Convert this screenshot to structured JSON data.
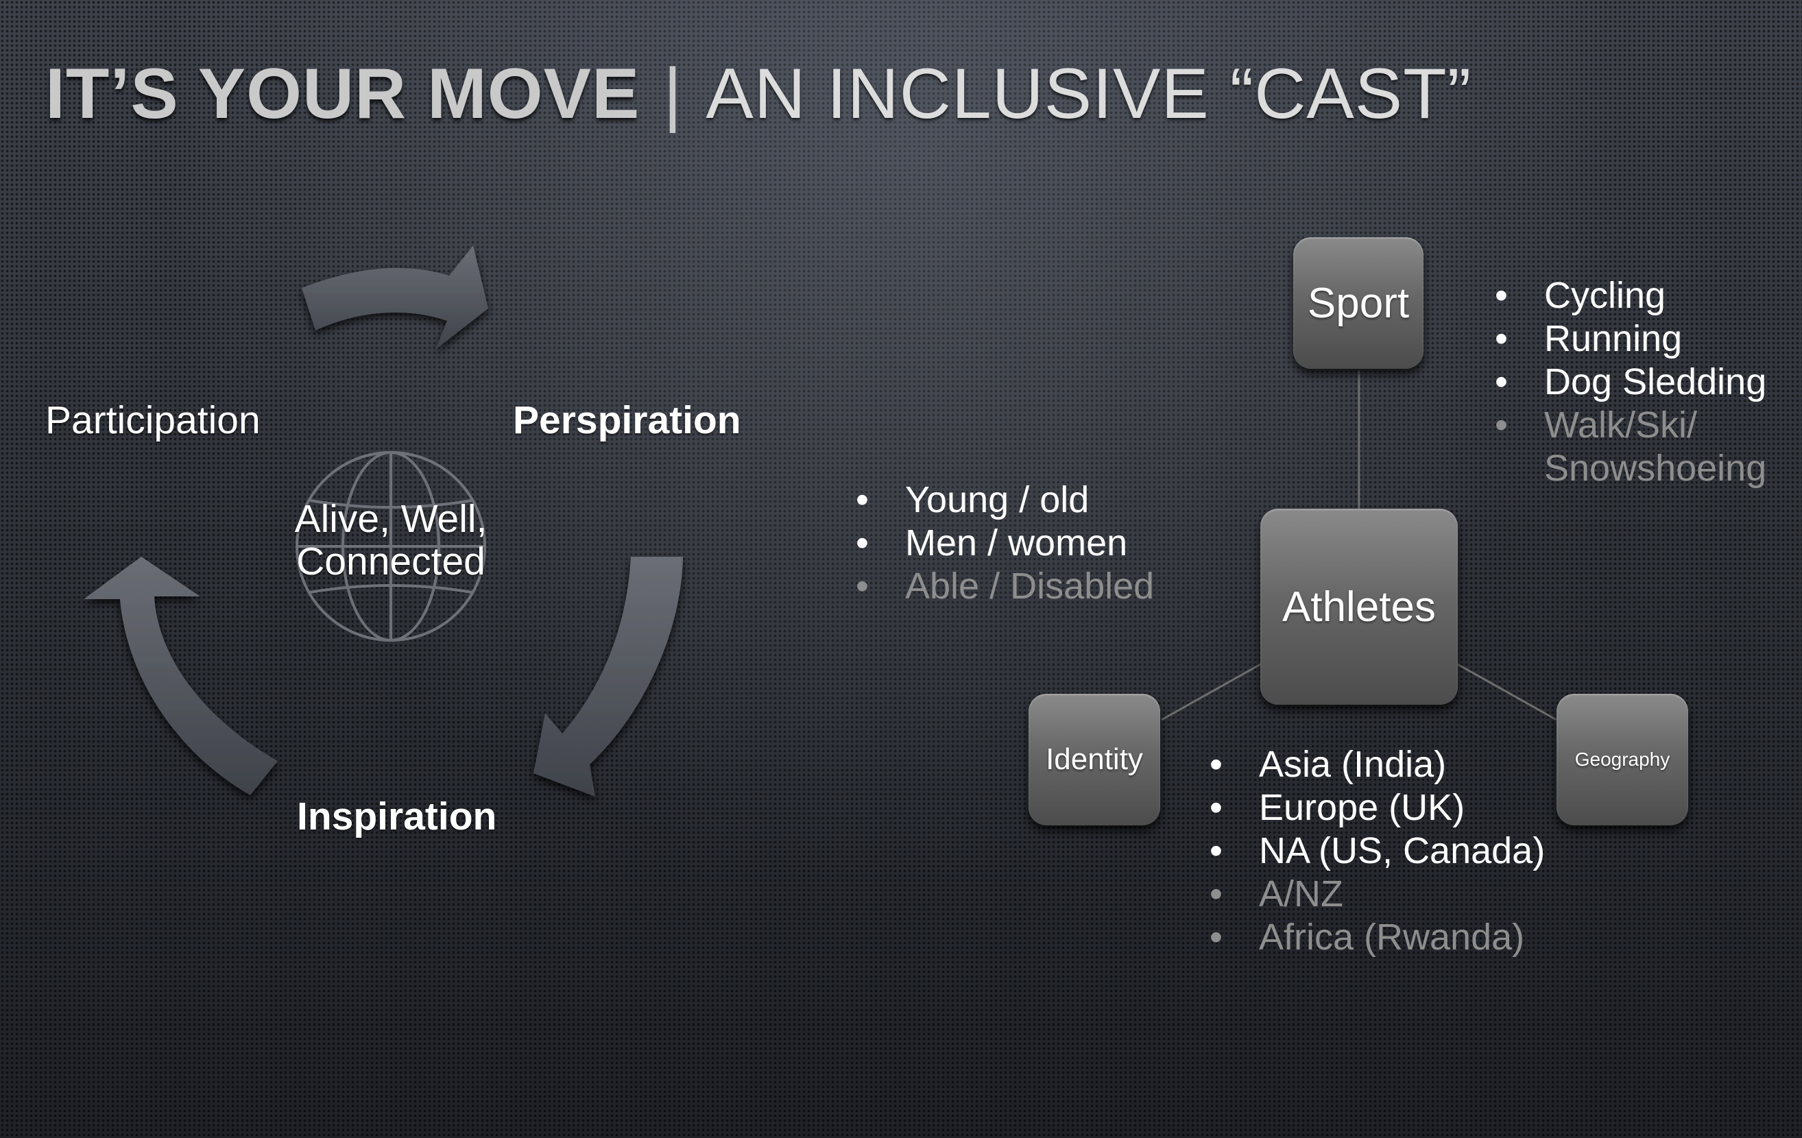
{
  "title": {
    "bold": "IT’S YOUR MOVE",
    "separator": "|",
    "rest": "AN INCLUSIVE “CAST”"
  },
  "cycle": {
    "participation": "Participation",
    "perspiration": "Perspiration",
    "inspiration": "Inspiration",
    "center_line1": "Alive, Well,",
    "center_line2": "Connected"
  },
  "boxes": {
    "sport": "Sport",
    "athletes": "Athletes",
    "identity": "Identity",
    "geography": "Geography"
  },
  "sport_list": [
    {
      "text": "Cycling"
    },
    {
      "text": "Running"
    },
    {
      "text": "Dog Sledding"
    },
    {
      "text": "Walk/Ski/"
    },
    {
      "text": "Snowshoeing"
    }
  ],
  "identity_list": [
    {
      "text": "Young / old"
    },
    {
      "text": "Men / women"
    },
    {
      "text": "Able / Disabled"
    }
  ],
  "geography_list": [
    {
      "text": "Asia (India)"
    },
    {
      "text": "Europe (UK)"
    },
    {
      "text": "NA (US, Canada)"
    },
    {
      "text": "A/NZ"
    },
    {
      "text": "Africa (Rwanda)"
    }
  ]
}
